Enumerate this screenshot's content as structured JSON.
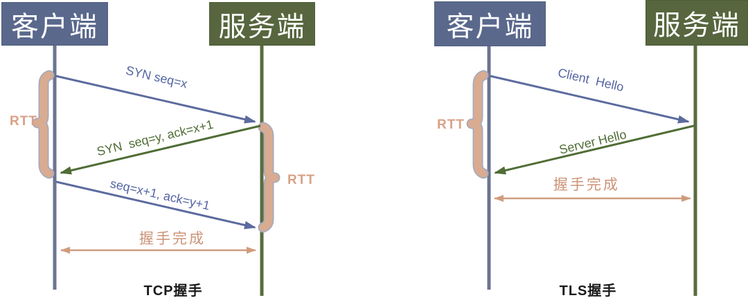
{
  "diagrams": [
    {
      "id": "tcp",
      "title": "TCP握手",
      "client_label": "客户端",
      "server_label": "服务端",
      "rtt_left_label": "RTT",
      "rtt_right_label": "RTT",
      "handshake_done_label": "握手完成",
      "messages": [
        {
          "text": "SYN seq=x",
          "direction": "client-to-server",
          "color": "blue"
        },
        {
          "text": "SYN  seq=y, ack=x+1",
          "direction": "server-to-client",
          "color": "green"
        },
        {
          "text": "seq=x+1, ack=y+1",
          "direction": "client-to-server",
          "color": "blue"
        }
      ]
    },
    {
      "id": "tls",
      "title": "TLS握手",
      "client_label": "客户端",
      "server_label": "服务端",
      "rtt_left_label": "RTT",
      "handshake_done_label": "握手完成",
      "messages": [
        {
          "text": "Client  Hello",
          "direction": "client-to-server",
          "color": "blue"
        },
        {
          "text": "Server Hello",
          "direction": "server-to-client",
          "color": "green"
        }
      ]
    }
  ],
  "colors": {
    "client_box": "#5a688c",
    "server_box": "#57663e",
    "client_lifeline": "#6b7591",
    "server_lifeline": "#5a6b40",
    "blue_arrow": "#5c6b9e",
    "green_arrow": "#4f6d35",
    "tan_accent": "#cf9c7e",
    "brace_fill": "#d9ab91",
    "brace_outline": "#a3abbe"
  }
}
